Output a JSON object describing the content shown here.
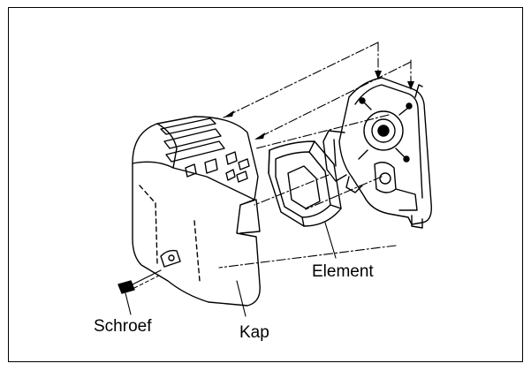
{
  "labels": {
    "element": "Element",
    "schroef": "Schroef",
    "kap": "Kap"
  },
  "colors": {
    "ink": "#000000",
    "paper": "#ffffff"
  }
}
